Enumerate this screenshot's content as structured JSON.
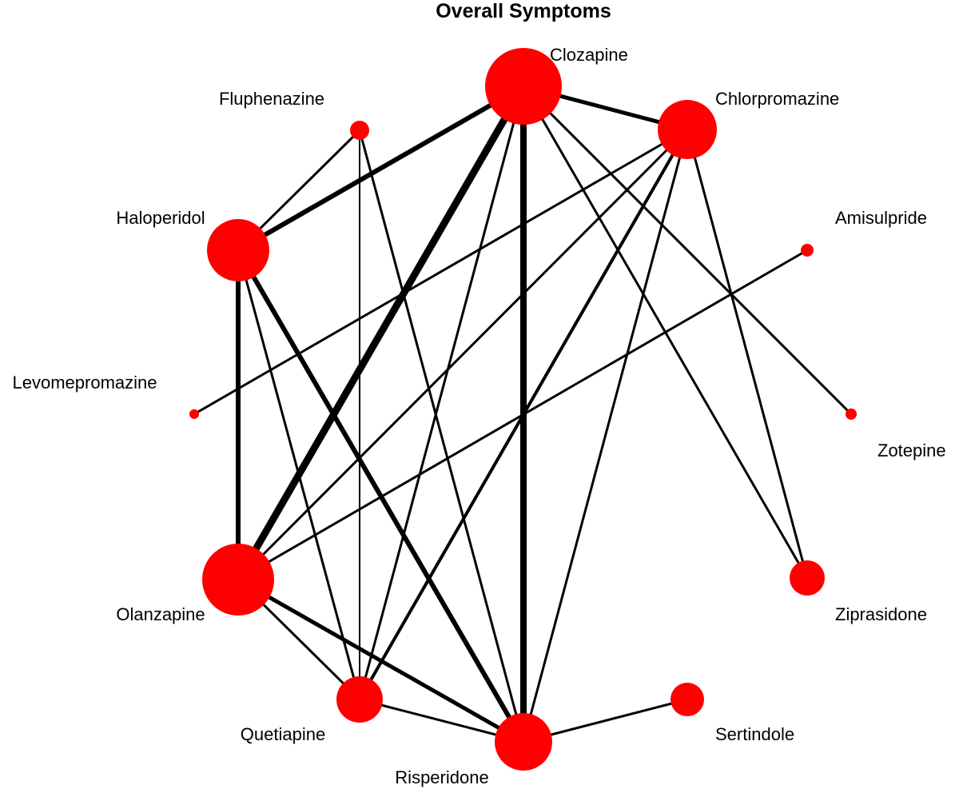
{
  "title": "Overall Symptoms",
  "colors": {
    "node": "#ff0000",
    "edge": "#000000",
    "background": "#ffffff"
  },
  "nodes": [
    {
      "id": "clozapine",
      "label": "Clozapine"
    },
    {
      "id": "chlorpromazine",
      "label": "Chlorpromazine"
    },
    {
      "id": "amisulpride",
      "label": "Amisulpride"
    },
    {
      "id": "zotepine",
      "label": "Zotepine"
    },
    {
      "id": "ziprasidone",
      "label": "Ziprasidone"
    },
    {
      "id": "sertindole",
      "label": "Sertindole"
    },
    {
      "id": "risperidone",
      "label": "Risperidone"
    },
    {
      "id": "quetiapine",
      "label": "Quetiapine"
    },
    {
      "id": "olanzapine",
      "label": "Olanzapine"
    },
    {
      "id": "levomepromazine",
      "label": "Levomepromazine"
    },
    {
      "id": "haloperidol",
      "label": "Haloperidol"
    },
    {
      "id": "fluphenazine",
      "label": "Fluphenazine"
    }
  ],
  "edges": [
    {
      "source": "clozapine",
      "target": "chlorpromazine"
    },
    {
      "source": "clozapine",
      "target": "haloperidol"
    },
    {
      "source": "clozapine",
      "target": "olanzapine"
    },
    {
      "source": "clozapine",
      "target": "risperidone"
    },
    {
      "source": "clozapine",
      "target": "quetiapine"
    },
    {
      "source": "clozapine",
      "target": "ziprasidone"
    },
    {
      "source": "clozapine",
      "target": "zotepine"
    },
    {
      "source": "chlorpromazine",
      "target": "levomepromazine"
    },
    {
      "source": "chlorpromazine",
      "target": "olanzapine"
    },
    {
      "source": "chlorpromazine",
      "target": "quetiapine"
    },
    {
      "source": "chlorpromazine",
      "target": "risperidone"
    },
    {
      "source": "chlorpromazine",
      "target": "ziprasidone"
    },
    {
      "source": "amisulpride",
      "target": "olanzapine"
    },
    {
      "source": "fluphenazine",
      "target": "haloperidol"
    },
    {
      "source": "fluphenazine",
      "target": "quetiapine"
    },
    {
      "source": "fluphenazine",
      "target": "risperidone"
    },
    {
      "source": "haloperidol",
      "target": "olanzapine"
    },
    {
      "source": "haloperidol",
      "target": "risperidone"
    },
    {
      "source": "haloperidol",
      "target": "quetiapine"
    },
    {
      "source": "olanzapine",
      "target": "quetiapine"
    },
    {
      "source": "olanzapine",
      "target": "risperidone"
    },
    {
      "source": "quetiapine",
      "target": "risperidone"
    },
    {
      "source": "risperidone",
      "target": "sertindole"
    }
  ]
}
